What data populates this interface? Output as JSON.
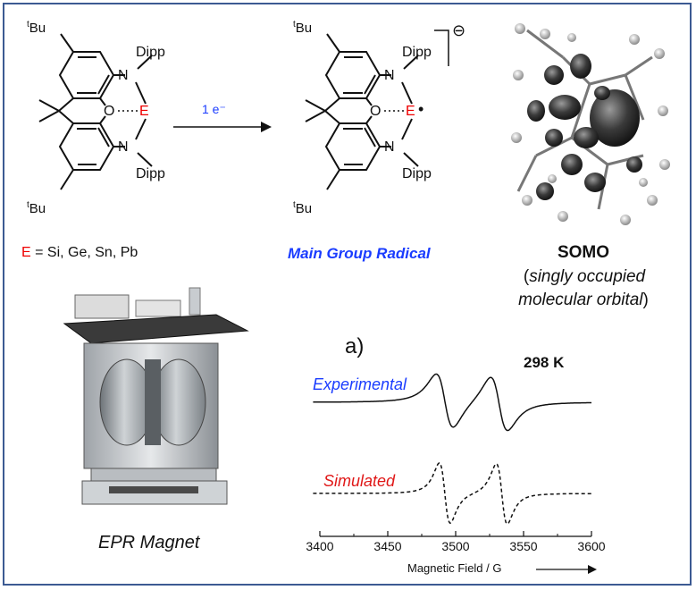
{
  "reactant": {
    "tBu_prefix": "t",
    "tBu_top": "Bu",
    "tBu_bottom": "Bu",
    "dipp_top": "Dipp",
    "dipp_bottom": "Dipp",
    "atom_N": "N",
    "atom_O": "O",
    "atom_E": "E",
    "legend_E": "E",
    "legend_rest": " = Si, Ge, Sn, Pb"
  },
  "arrow": {
    "label": "1 e⁻"
  },
  "product": {
    "tBu_prefix": "t",
    "tBu_top": "Bu",
    "tBu_bottom": "Bu",
    "dipp_top": "Dipp",
    "dipp_bottom": "Dipp",
    "atom_E": "E",
    "radical_dot": "•",
    "charge": "⊖",
    "title": "Main Group Radical"
  },
  "somo": {
    "title": "SOMO",
    "open_paren": "(",
    "line1": "singly occupied",
    "line2": "molecular orbital",
    "close_paren": ")"
  },
  "epr_magnet": {
    "caption": "EPR Magnet"
  },
  "spectrum": {
    "panel_label": "a)",
    "temperature": "298 K",
    "experimental_label": "Experimental",
    "simulated_label": "Simulated",
    "x_title": "Magnetic Field / G"
  },
  "colors": {
    "frame": "#3c5a92",
    "element_E": "#e00000",
    "title_blue": "#1a3cff",
    "sim_red": "#e01818"
  },
  "chart_data": {
    "type": "line",
    "xlabel": "Magnetic Field / G",
    "ylabel": "",
    "xlim": [
      3400,
      3600
    ],
    "xticks": [
      3400,
      3450,
      3500,
      3550,
      3600
    ],
    "grid": false,
    "series": [
      {
        "name": "Experimental",
        "style": "solid",
        "lines": [
          {
            "center": 3492,
            "width": 11,
            "amp": 1.0
          },
          {
            "center": 3532,
            "width": 11,
            "amp": 1.0
          }
        ]
      },
      {
        "name": "Simulated",
        "style": "dashed",
        "lines": [
          {
            "center": 3492,
            "width": 7,
            "amp": 1.0
          },
          {
            "center": 3534,
            "width": 7,
            "amp": 1.0
          }
        ]
      }
    ]
  }
}
